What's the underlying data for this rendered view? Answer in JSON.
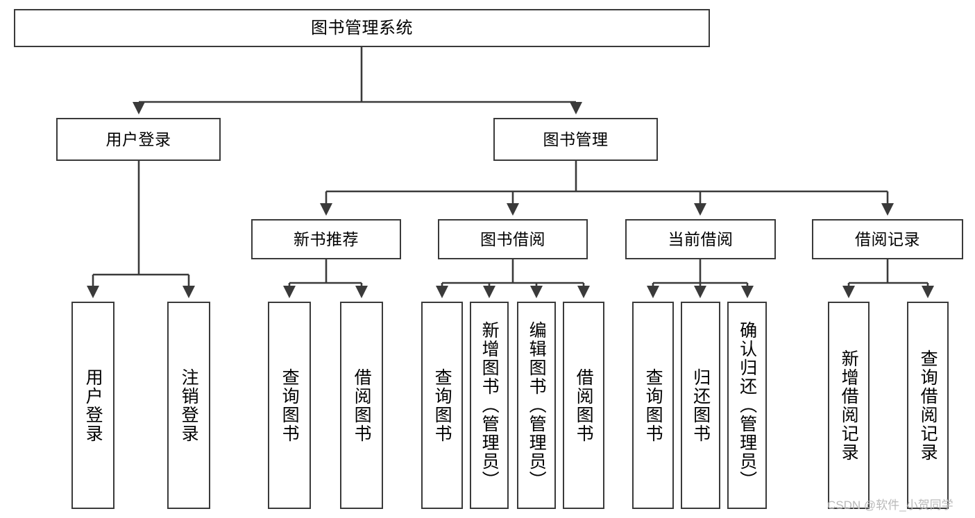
{
  "diagram": {
    "type": "tree-hierarchy",
    "title": "图书管理系统",
    "watermark": "CSDN @软件_小贺同学",
    "colors": {
      "stroke": "#3a3a3a",
      "fill": "#ffffff",
      "text": "#000000",
      "watermark": "#b9b9b9"
    },
    "nodes": {
      "root": {
        "label": "图书管理系统"
      },
      "level1": [
        {
          "id": "user-login",
          "label": "用户登录"
        },
        {
          "id": "book-management",
          "label": "图书管理"
        }
      ],
      "level2": [
        {
          "id": "new-book-recommend",
          "label": "新书推荐"
        },
        {
          "id": "book-borrow",
          "label": "图书借阅"
        },
        {
          "id": "current-borrow",
          "label": "当前借阅"
        },
        {
          "id": "borrow-record",
          "label": "借阅记录"
        }
      ],
      "leaves": {
        "user-login": [
          {
            "id": "leaf-user-login",
            "label": "用户登录"
          },
          {
            "id": "leaf-logout",
            "label": "注销登录"
          }
        ],
        "new-book-recommend": [
          {
            "id": "leaf-query-book-1",
            "label": "查询图书"
          },
          {
            "id": "leaf-borrow-book-1",
            "label": "借阅图书"
          }
        ],
        "book-borrow": [
          {
            "id": "leaf-query-book-2",
            "label": "查询图书"
          },
          {
            "id": "leaf-add-book",
            "label": "新增图书（管理员）"
          },
          {
            "id": "leaf-edit-book",
            "label": "编辑图书（管理员）"
          },
          {
            "id": "leaf-borrow-book-2",
            "label": "借阅图书"
          }
        ],
        "current-borrow": [
          {
            "id": "leaf-query-book-3",
            "label": "查询图书"
          },
          {
            "id": "leaf-return-book",
            "label": "归还图书"
          },
          {
            "id": "leaf-confirm-return",
            "label": "确认归还（管理员）"
          }
        ],
        "borrow-record": [
          {
            "id": "leaf-add-record",
            "label": "新增借阅记录"
          },
          {
            "id": "leaf-query-record",
            "label": "查询借阅记录"
          }
        ]
      }
    }
  }
}
